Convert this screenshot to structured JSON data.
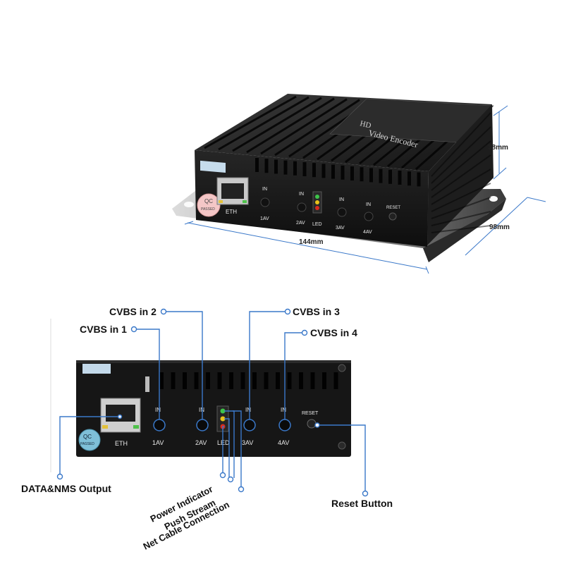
{
  "product": {
    "top_title": "HD",
    "title": "Video Encoder"
  },
  "dimensions": {
    "width": "144mm",
    "depth": "98mm",
    "height": "38mm"
  },
  "qc_sticker": {
    "top": "QC",
    "bottom": "PASSED"
  },
  "panel": {
    "eth": "ETH",
    "in": "IN",
    "led": "LED",
    "reset": "RESET",
    "ports": [
      "1AV",
      "2AV",
      "3AV",
      "4AV"
    ]
  },
  "callouts": {
    "cvbs1": "CVBS in 1",
    "cvbs2": "CVBS in 2",
    "cvbs3": "CVBS in 3",
    "cvbs4": "CVBS in 4",
    "data_nms": "DATA&NMS Output",
    "power": "Power Indicator",
    "push": "Push Stream",
    "net": "Net Cable Connection",
    "reset": "Reset Button"
  },
  "colors": {
    "callout_line": "#3a78c9",
    "case": "#1a1a1a",
    "led_green": "#3ec44a",
    "led_yellow": "#e8c21a",
    "led_red": "#d92a1e"
  }
}
